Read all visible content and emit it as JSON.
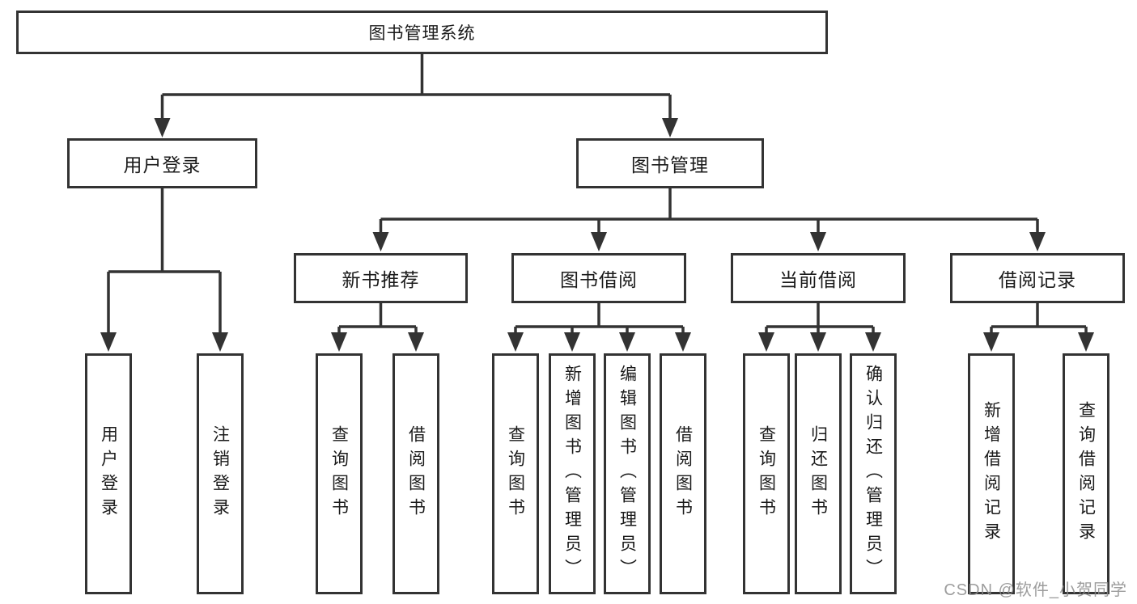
{
  "diagram": {
    "tree": {
      "label": "图书管理系统",
      "children": [
        {
          "label": "用户登录",
          "children": [
            {
              "label": "用户登录"
            },
            {
              "label": "注销登录"
            }
          ]
        },
        {
          "label": "图书管理",
          "children": [
            {
              "label": "新书推荐",
              "children": [
                {
                  "label": "查询图书"
                },
                {
                  "label": "借阅图书"
                }
              ]
            },
            {
              "label": "图书借阅",
              "children": [
                {
                  "label": "查询图书"
                },
                {
                  "label": "新增图书（管理员）"
                },
                {
                  "label": "编辑图书（管理员）"
                },
                {
                  "label": "借阅图书"
                }
              ]
            },
            {
              "label": "当前借阅",
              "children": [
                {
                  "label": "查询图书"
                },
                {
                  "label": "归还图书"
                },
                {
                  "label": "确认归还（管理员）"
                }
              ]
            },
            {
              "label": "借阅记录",
              "children": [
                {
                  "label": "新增借阅记录"
                },
                {
                  "label": "查询借阅记录"
                }
              ]
            }
          ]
        }
      ]
    },
    "colors": {
      "line": "#333333",
      "box_border": "#333333",
      "box_fill": "#ffffff",
      "text": "#1a1a1a",
      "watermark": "#8c8c8c"
    }
  },
  "watermark": {
    "text": "CSDN @软件_小贺同学"
  }
}
